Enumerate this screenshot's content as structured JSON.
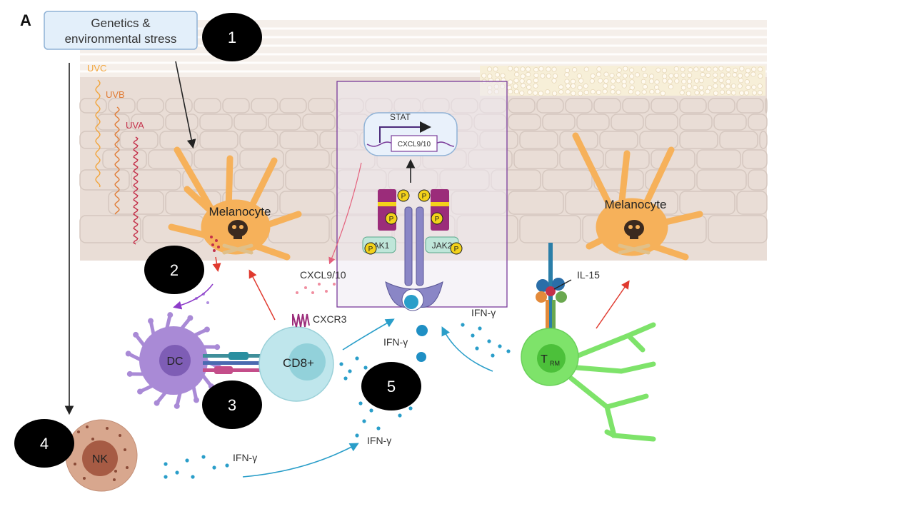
{
  "panel_label": "A",
  "stress_box": {
    "line1": "Genetics &",
    "line2": "environmental stress"
  },
  "steps": [
    "1",
    "2",
    "3",
    "4",
    "5"
  ],
  "uv": {
    "uvc": "UVC",
    "uvb": "UVB",
    "uva": "UVA"
  },
  "cells": {
    "melanocyte_left": "Melanocyte",
    "melanocyte_right": "Melanocyte",
    "dc": "DC",
    "cd8": "CD8+",
    "nk": "NK",
    "trm_main": "T",
    "trm_sub": "RM"
  },
  "molecules": {
    "stat": "STAT",
    "gene": "CXCL9/10",
    "jak1": "JAK1",
    "jak2": "JAK2",
    "phospho": "P",
    "cxcl": "CXCL9/10",
    "cxcr3": "CXCR3",
    "il15": "IL-15",
    "ifng_1": "IFN-γ",
    "ifng_2": "IFN-γ",
    "ifng_3": "IFN-γ",
    "ifng_4": "IFN-γ"
  },
  "colors": {
    "skin": "#e9ddd6",
    "cell_outline": "#d8cbc3",
    "melanocyte": "#f6b15a",
    "dc": "#a98ad6",
    "cd8": "#bfe6ec",
    "nk": "#c98f74",
    "trm": "#7ee36a",
    "receptor": "#8a86c6",
    "jak_box": "#9b2c7a",
    "phospho": "#f3d21a",
    "ifng": "#2a9ec9",
    "black_circle": "#000000",
    "red_arrow": "#e03a2f",
    "purple_frame": "#7a3b9a"
  }
}
